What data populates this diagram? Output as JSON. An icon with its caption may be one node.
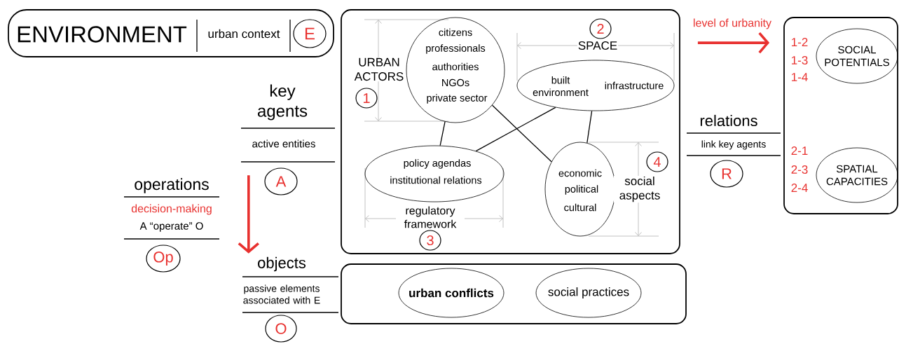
{
  "diagram": {
    "nodes": [
      {
        "text": [
          "ENVIRONMENT",
          "urban context",
          "E"
        ]
      },
      {
        "text": [],
        "shape": "box"
      },
      {
        "text": [
          "citizens",
          "professionals",
          "authorities",
          "NGOs",
          "private sector"
        ],
        "in": 1
      },
      {
        "text": [
          "built environment",
          "infrastructure"
        ],
        "in": 1
      },
      {
        "text": [
          "policy agendas",
          "institutional relations"
        ],
        "in": 1
      },
      {
        "text": [
          "economic",
          "political",
          "cultural"
        ],
        "in": 1
      },
      {
        "text": [],
        "shape": "box"
      },
      {
        "text": [
          "urban conflicts"
        ],
        "in": 6
      },
      {
        "text": [
          "social practices"
        ],
        "in": 6
      },
      {
        "text": [],
        "shape": "box"
      },
      {
        "text": [
          "SOCIAL POTENTIALS"
        ],
        "in": 9
      },
      {
        "text": [
          "SPATIAL CAPACITIES"
        ],
        "in": 9
      },
      {
        "text": [
          "key agents",
          "active entities",
          "A"
        ]
      },
      {
        "text": [
          "operations",
          "decision-making",
          "A “operate” O",
          "Op"
        ]
      },
      {
        "text": [
          "objects",
          "passive elements associated with E",
          "O"
        ]
      },
      {
        "text": [
          "relations",
          "link key agents",
          "R"
        ]
      }
    ],
    "edges": [
      {
        "from": 2,
        "to": 4,
        "arrow": "none"
      },
      {
        "from": 2,
        "to": 5,
        "arrow": "none"
      },
      {
        "from": 3,
        "to": 4,
        "arrow": "none"
      },
      {
        "from": 3,
        "to": 5,
        "arrow": "none"
      },
      {
        "from": 1,
        "to": 9,
        "arrow": "to",
        "label": "level of urbanity",
        "style": "thick",
        "color": "#e8312f"
      },
      {
        "from": 12,
        "to": 14,
        "arrow": "to",
        "style": "thick",
        "color": "#e8312f"
      }
    ],
    "labels": [
      "URBAN ACTORS",
      "1",
      "SPACE",
      "2",
      "regulatory framework",
      "3",
      "social aspects",
      "4",
      "1-2",
      "1-3",
      "1-4",
      "2-1",
      "2-3",
      "2-4"
    ]
  }
}
